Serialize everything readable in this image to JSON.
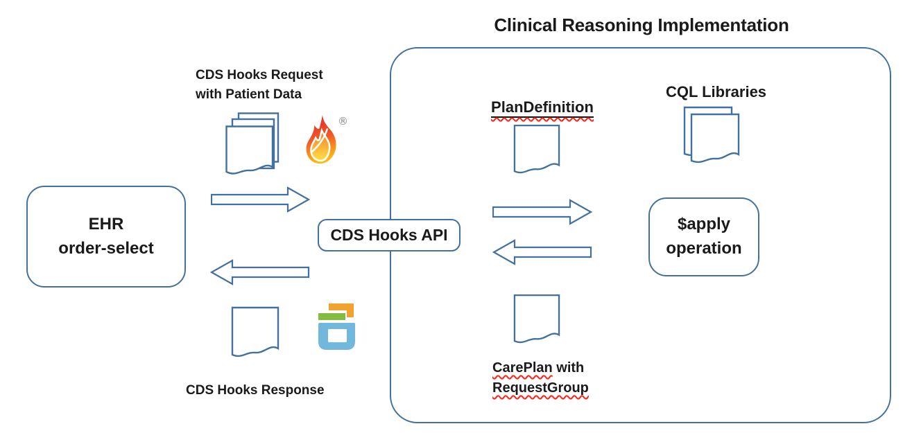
{
  "title": "Clinical Reasoning Implementation",
  "ehr": {
    "line1": "EHR",
    "line2": "order-select"
  },
  "api": {
    "label": "CDS Hooks API"
  },
  "request": {
    "line1": "CDS Hooks Request",
    "line2": "with Patient Data",
    "registered_mark": "®"
  },
  "response": {
    "label": "CDS Hooks Response"
  },
  "reasoning": {
    "plan_definition": "PlanDefinition",
    "cql_libraries": "CQL Libraries",
    "apply": {
      "line1": "$apply",
      "line2": "operation"
    },
    "careplan": {
      "word": "CarePlan",
      "rest": " with",
      "line2": "RequestGroup"
    }
  },
  "icons": {
    "fhir_flame": "fhir-flame-icon",
    "cds_hooks_logo": "cds-hooks-logo-icon",
    "document": "document-icon",
    "documents_stack": "documents-stack-icon",
    "cql_documents": "cql-documents-icon",
    "arrow_right": "arrow-right-icon",
    "arrow_left": "arrow-left-icon"
  },
  "colors": {
    "outline_blue": "#41719C",
    "text": "#1A1A1A",
    "squiggle_red": "#FF2116",
    "flame_red": "#E21E26",
    "flame_orange": "#F58220",
    "flame_yellow": "#FFE24A",
    "logo_orange": "#F0A330",
    "logo_green": "#85BB40",
    "logo_blue": "#72B8DC",
    "trademark_gray": "#8A8A8A"
  }
}
